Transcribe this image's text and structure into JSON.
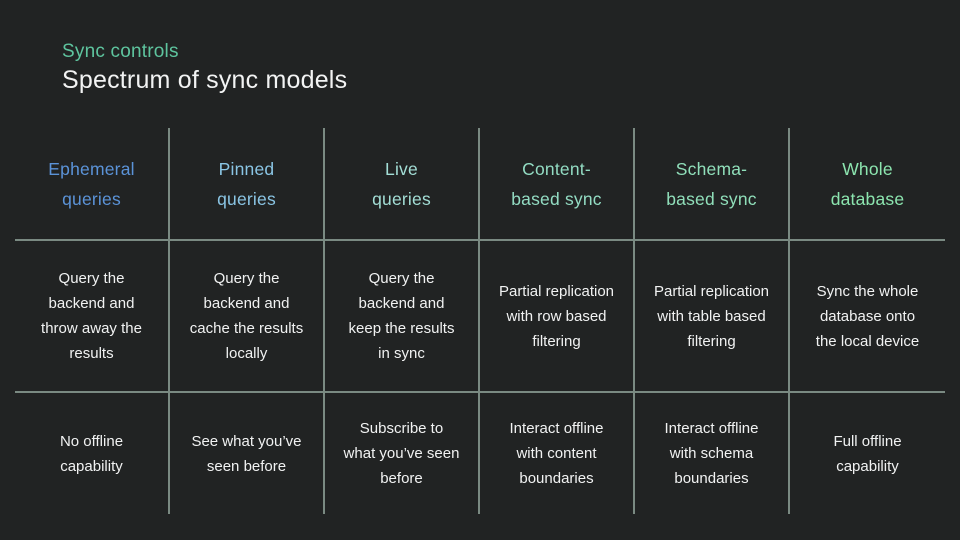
{
  "slide": {
    "eyebrow": "Sync controls",
    "title": "Spectrum of sync models"
  },
  "colors": {
    "background": "#212323",
    "eyebrow": "#5ec49e",
    "title": "#f2f3f3",
    "grid_line": "#8a9c93",
    "body_text": "#f1f2f2"
  },
  "table": {
    "columns": [
      {
        "header": "Ephemeral\nqueries",
        "header_color": "#5b93d8",
        "description": "Query the\nbackend and\nthrow away the\nresults",
        "capability": "No offline\ncapability"
      },
      {
        "header": "Pinned\nqueries",
        "header_color": "#8ac5e4",
        "description": "Query the\nbackend and\ncache the results\nlocally",
        "capability": "See what you’ve\nseen before"
      },
      {
        "header": "Live\nqueries",
        "header_color": "#a3ded6",
        "description": "Query the\nbackend and\nkeep the results\nin sync",
        "capability": "Subscribe to\nwhat you’ve seen\nbefore"
      },
      {
        "header": "Content-\nbased sync",
        "header_color": "#93dcc3",
        "description": "Partial replication\nwith row based\nfiltering",
        "capability": "Interact offline\nwith content\nboundaries"
      },
      {
        "header": "Schema-\nbased sync",
        "header_color": "#90dfba",
        "description": "Partial replication\nwith table based\nfiltering",
        "capability": "Interact offline\nwith schema\nboundaries"
      },
      {
        "header": "Whole\ndatabase",
        "header_color": "#8ce5af",
        "description": "Sync the whole\ndatabase onto\nthe local device",
        "capability": "Full offline\ncapability"
      }
    ]
  }
}
